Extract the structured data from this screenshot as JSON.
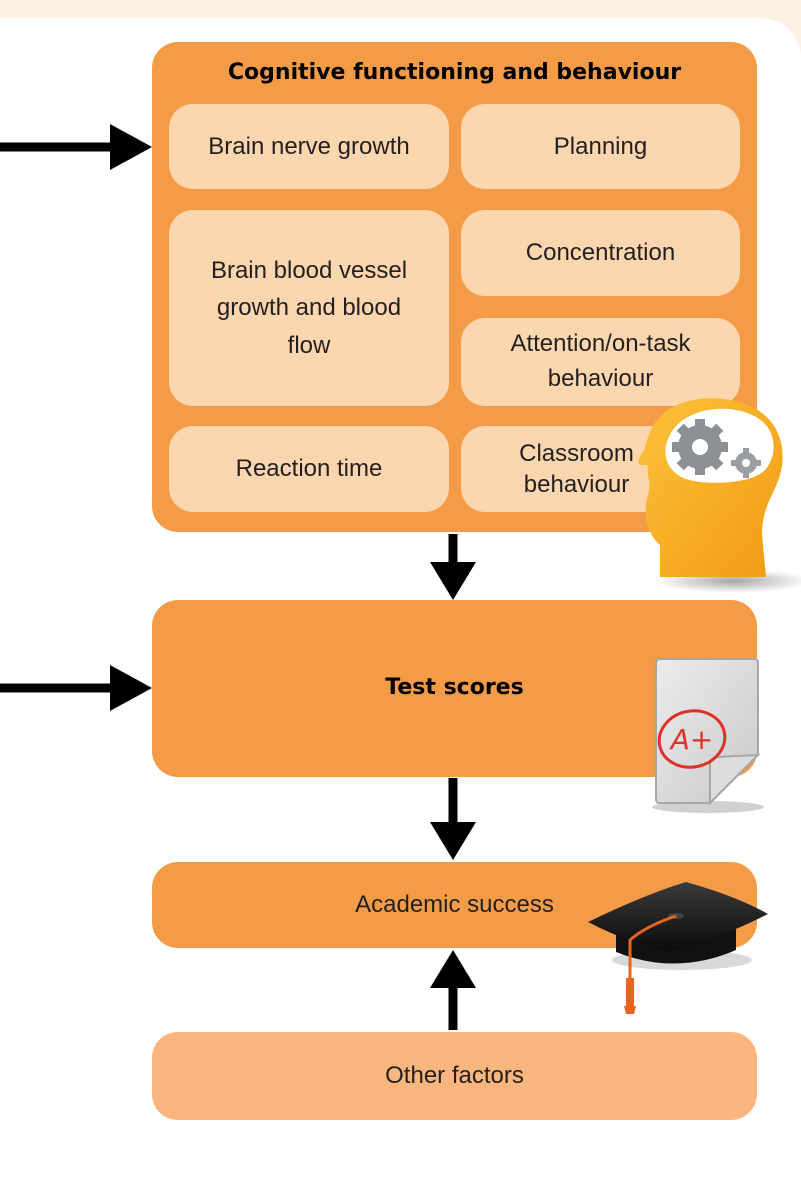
{
  "diagram": {
    "cognitive": {
      "title": "Cognitive functioning and behaviour",
      "items": {
        "brain_nerve_growth": "Brain nerve growth",
        "planning": "Planning",
        "brain_blood_vessel": "Brain blood vessel growth and blood flow",
        "concentration": "Concentration",
        "attention": "Attention/on-task behaviour",
        "reaction_time": "Reaction time",
        "classroom_behaviour": "Classroom behaviour"
      }
    },
    "test_scores": "Test scores",
    "grade_mark": "A+",
    "academic_success": "Academic success",
    "other_factors": "Other factors"
  },
  "colors": {
    "page_background": "#fdf1e4",
    "box_orange": "#f49b47",
    "box_light": "#fbd6ae",
    "other_factors_fill": "#fbb57e",
    "arrow": "#000000",
    "head_yellow": "#f7a81e",
    "grade_red": "#e0302a"
  },
  "icons": [
    "head-gears-icon",
    "graded-paper-icon",
    "graduation-cap-icon"
  ]
}
